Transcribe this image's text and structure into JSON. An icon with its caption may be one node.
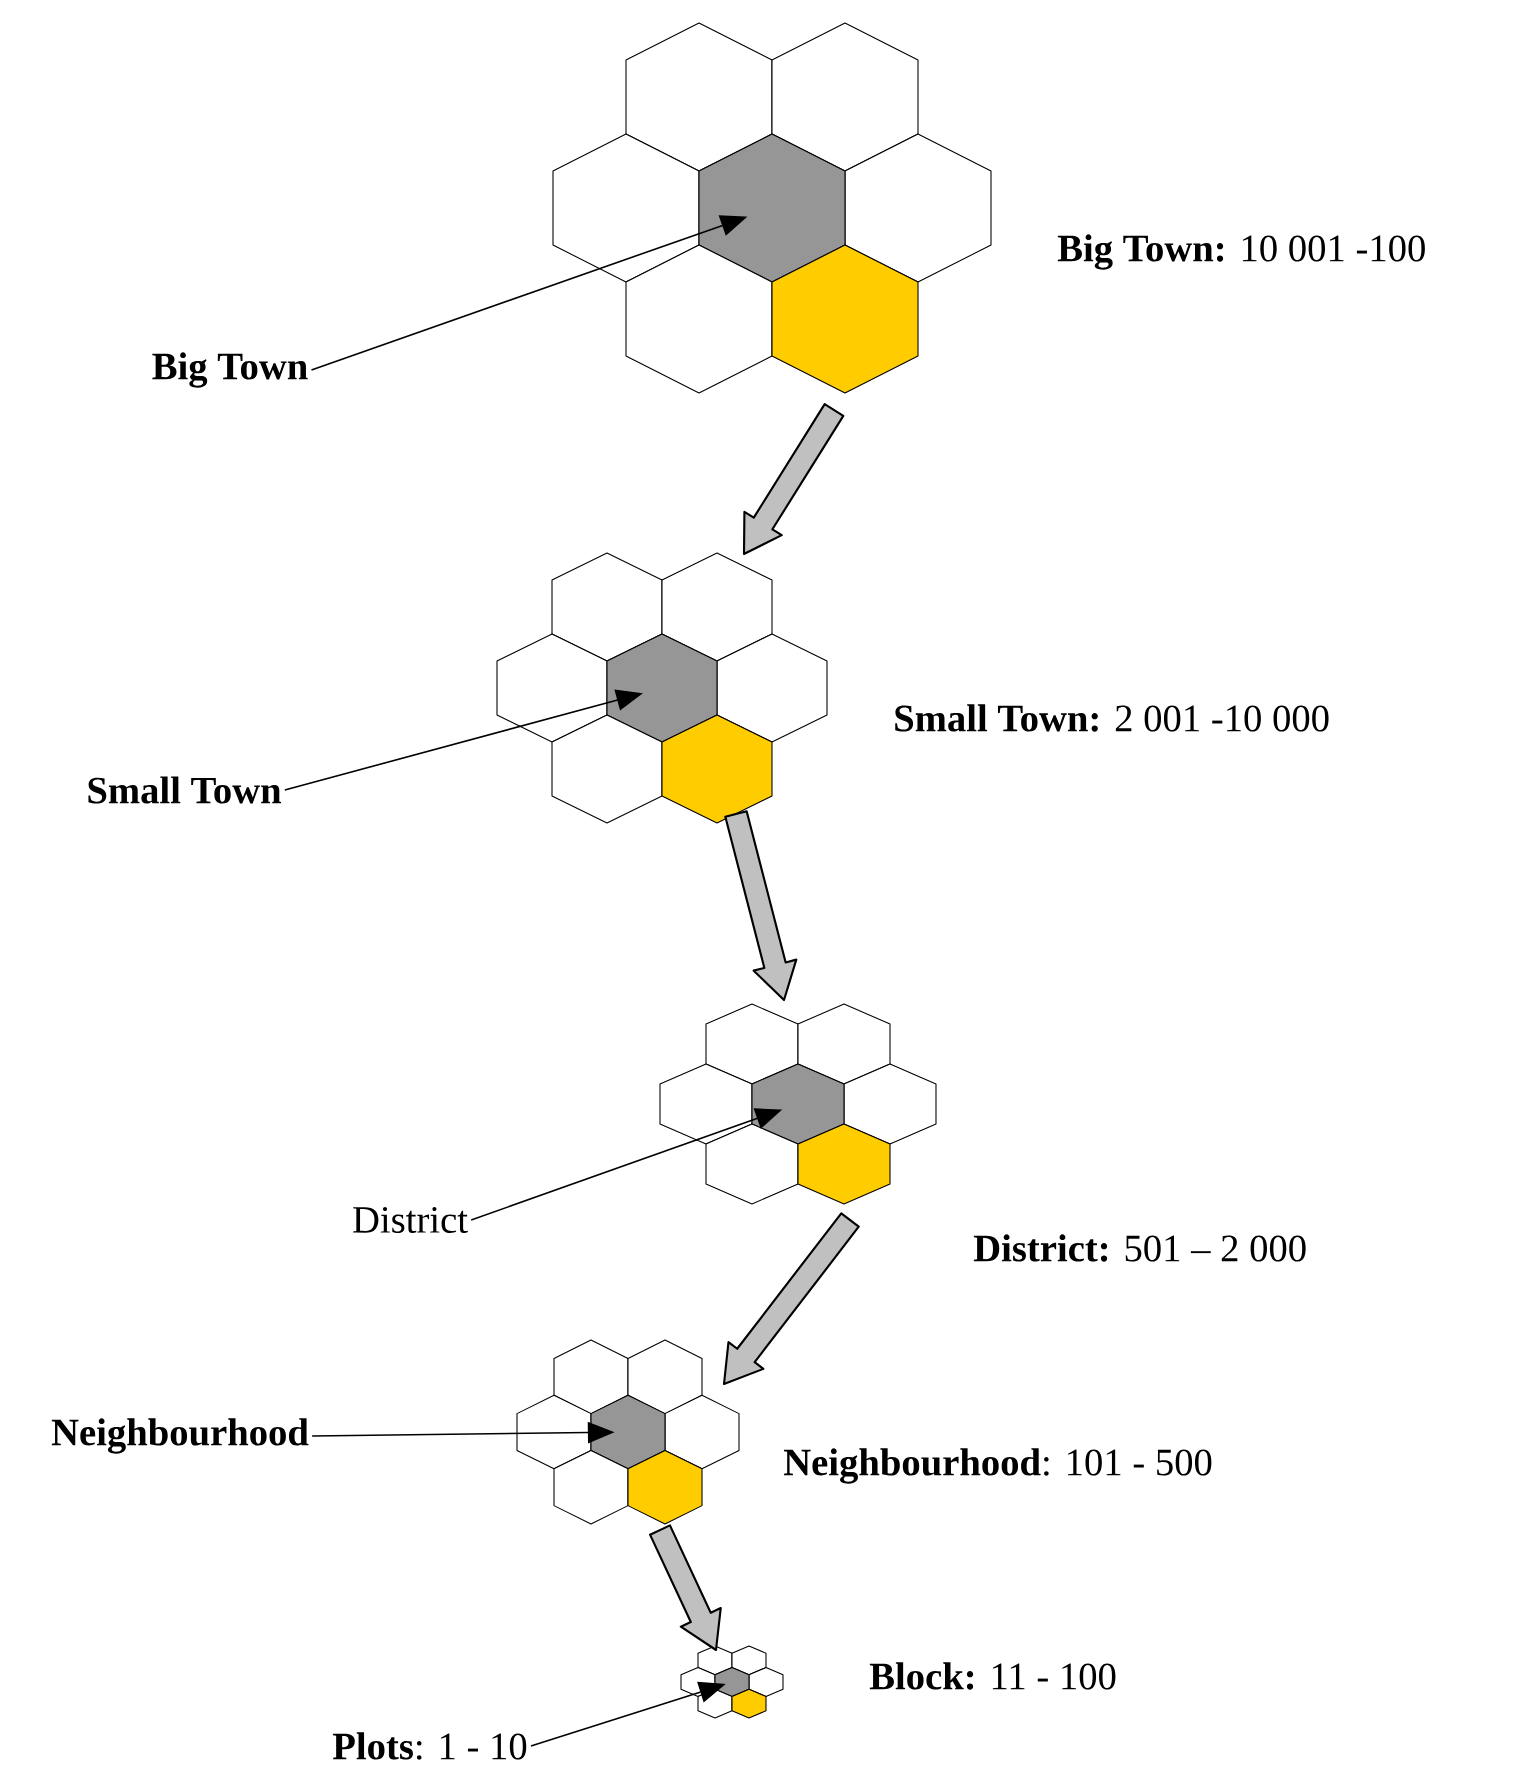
{
  "diagram": {
    "nodes": [
      {
        "text": [],
        "shape": "hexagon",
        "beside": [
          "**Big Town:** 10 001 -100"
        ]
      },
      {
        "text": [
          "Big Town"
        ]
      },
      {
        "text": [],
        "shape": "hexagon",
        "beside": [
          "**Small Town:** 2 001 -10 000"
        ]
      },
      {
        "text": [
          "Small Town"
        ]
      },
      {
        "text": [],
        "shape": "hexagon",
        "beside": [
          "**District:** 501 – 2 000"
        ]
      },
      {
        "text": [
          "District"
        ]
      },
      {
        "text": [],
        "shape": "hexagon",
        "beside": [
          "**Neighbourhood**: 101 - 500"
        ]
      },
      {
        "text": [
          "Neighbourhood"
        ]
      },
      {
        "text": [],
        "shape": "hexagon",
        "beside": [
          "**Block:** 11 - 100"
        ]
      },
      {
        "text": [
          "**Plots**: 1 - 10"
        ]
      }
    ],
    "edges": [
      {
        "from": 1,
        "to": 0,
        "arrow": "to"
      },
      {
        "from": 0,
        "to": 2,
        "arrow": "to",
        "style": "thick",
        "color": "#c0c0c0"
      },
      {
        "from": 3,
        "to": 2,
        "arrow": "to"
      },
      {
        "from": 2,
        "to": 4,
        "arrow": "to",
        "style": "thick",
        "color": "#c0c0c0"
      },
      {
        "from": 5,
        "to": 4,
        "arrow": "to"
      },
      {
        "from": 4,
        "to": 6,
        "arrow": "to",
        "style": "thick",
        "color": "#c0c0c0"
      },
      {
        "from": 7,
        "to": 6,
        "arrow": "to"
      },
      {
        "from": 6,
        "to": 8,
        "arrow": "to",
        "style": "thick",
        "color": "#c0c0c0"
      },
      {
        "from": 9,
        "to": 8,
        "arrow": "to"
      }
    ]
  }
}
